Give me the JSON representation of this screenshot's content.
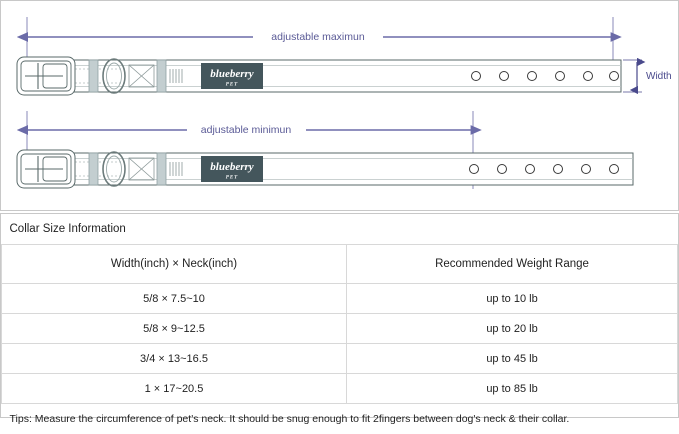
{
  "diagram": {
    "title_max": "adjustable maximun",
    "title_min": "adjustable minimun",
    "width_label": "Width",
    "brand": {
      "name": "blueberry",
      "sub": "PET",
      "patch_color": "#44565c",
      "text_color": "#ffffff"
    },
    "colors": {
      "dimension_line": "#6b6ba8",
      "outline": "#5a6a6a",
      "keeper": "#c3ced0",
      "panel_border": "#c8c8c8"
    },
    "top_collar": {
      "holes": 6,
      "label": "adjustable maximun"
    },
    "bottom_collar": {
      "holes": 6,
      "label": "adjustable minimun"
    }
  },
  "table": {
    "caption": "Collar Size Information",
    "headers": [
      "Width(inch)  ×  Neck(inch)",
      "Recommended Weight Range"
    ],
    "rows": [
      [
        "5/8 × 7.5~10",
        "up to 10 lb"
      ],
      [
        "5/8 × 9~12.5",
        "up to 20 lb"
      ],
      [
        "3/4 × 13~16.5",
        "up to 45 lb"
      ],
      [
        "1 × 17~20.5",
        "up to 85 lb"
      ]
    ],
    "tips": "Tips: Measure the circumference of pet's neck. It should be snug enough to fit 2fingers between dog's neck & their collar."
  }
}
